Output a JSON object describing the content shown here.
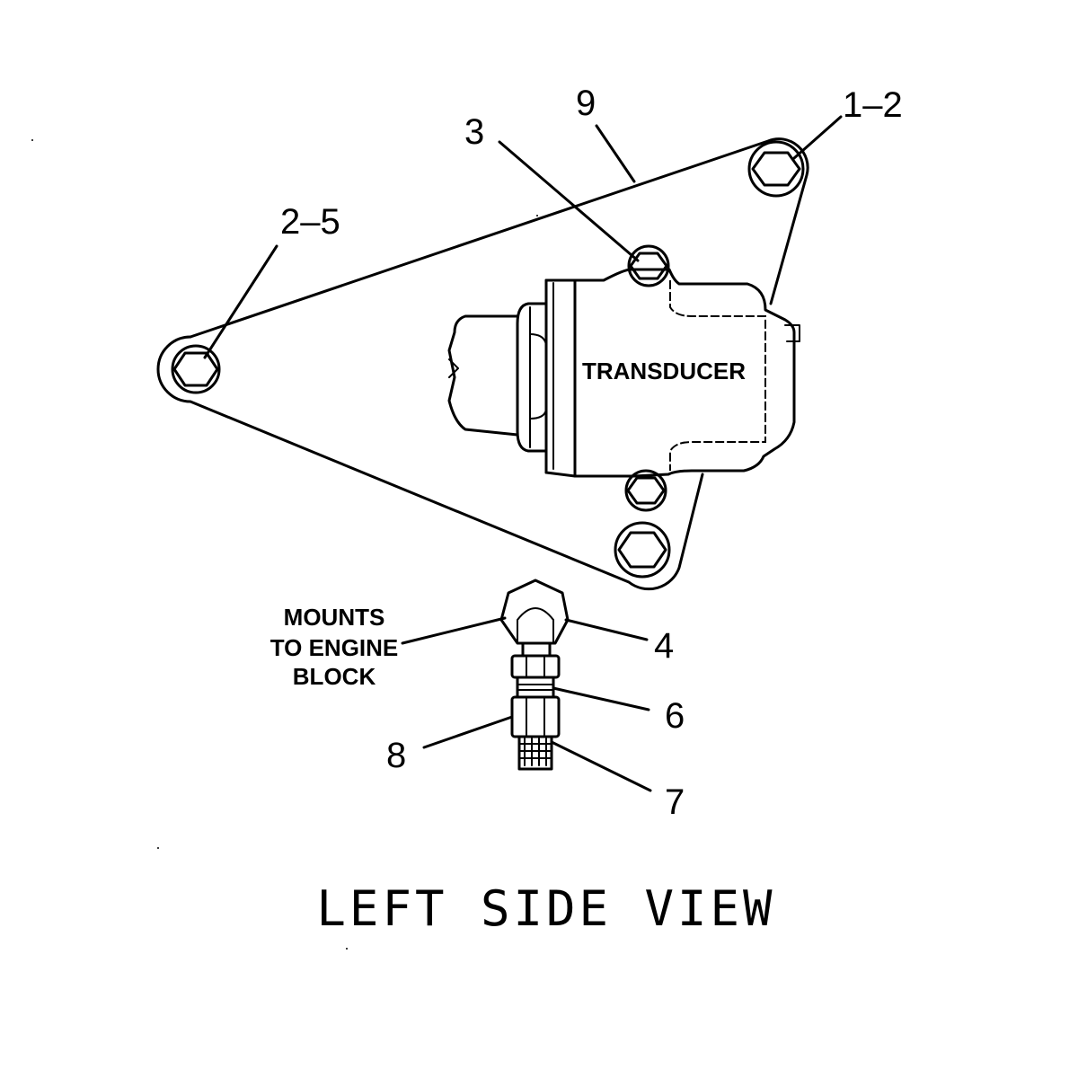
{
  "callouts": {
    "c9": "9",
    "c1_2": "1–2",
    "c3": "3",
    "c2_5": "2–5",
    "c4": "4",
    "c6": "6",
    "c8": "8",
    "c7": "7"
  },
  "labels": {
    "transducer": "TRANSDUCER",
    "mounts_line1": "MOUNTS",
    "mounts_line2": "TO ENGINE",
    "mounts_line3": "BLOCK"
  },
  "title": "LEFT SIDE VIEW"
}
